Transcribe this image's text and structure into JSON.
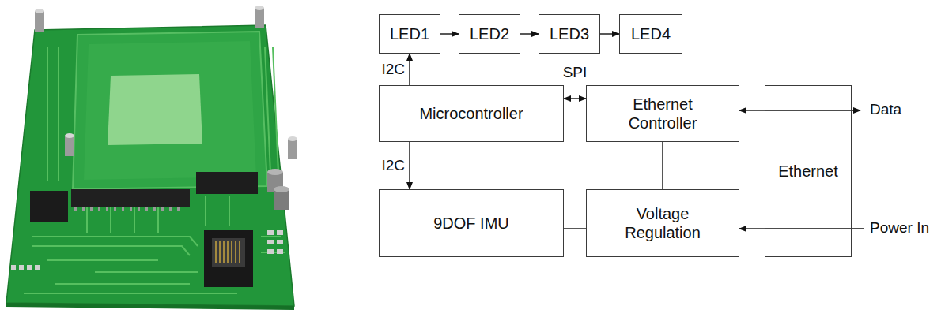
{
  "diagram": {
    "nodes": [
      {
        "text": [
          "LED1"
        ]
      },
      {
        "text": [
          "LED2"
        ]
      },
      {
        "text": [
          "LED3"
        ]
      },
      {
        "text": [
          "LED4"
        ]
      },
      {
        "text": [
          "Microcontroller"
        ]
      },
      {
        "text": [
          "Ethernet Controller"
        ]
      },
      {
        "text": [
          "Ethernet"
        ]
      },
      {
        "text": [
          "9DOF IMU"
        ]
      },
      {
        "text": [
          "Voltage Regulation"
        ]
      }
    ],
    "edges": [
      {
        "from": 0,
        "to": 1,
        "arrow": "to"
      },
      {
        "from": 1,
        "to": 2,
        "arrow": "to"
      },
      {
        "from": 2,
        "to": 3,
        "arrow": "to"
      },
      {
        "from": 4,
        "to": 0,
        "label": "I2C",
        "arrow": "to"
      },
      {
        "from": 4,
        "to": 5,
        "label": "SPI",
        "arrow": "both"
      },
      {
        "from": 4,
        "to": 7,
        "label": "I2C",
        "arrow": "to"
      },
      {
        "from": 5,
        "to": 8,
        "arrow": "none"
      },
      {
        "from": 7,
        "to": 8,
        "arrow": "none"
      },
      {
        "from": 6,
        "to": 5,
        "arrow": "to"
      },
      {
        "from": 6,
        "to": 8,
        "arrow": "to"
      }
    ],
    "labels": [
      "Data",
      "Power In"
    ]
  }
}
